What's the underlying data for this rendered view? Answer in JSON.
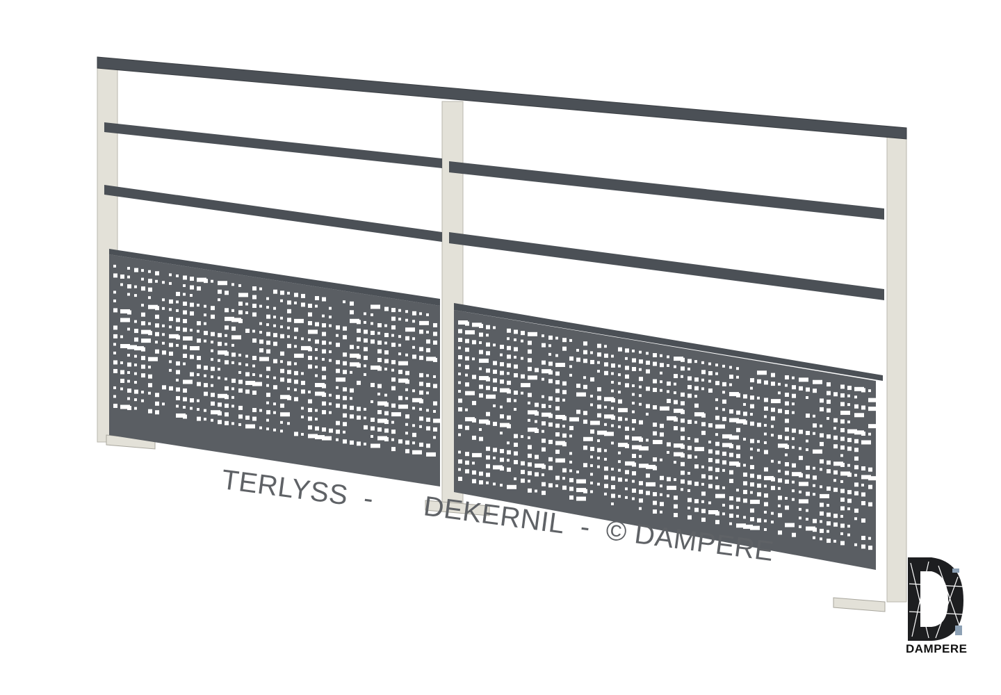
{
  "caption": {
    "model": "TERLYSS",
    "sep1": "-",
    "variant": "DEKERNIL",
    "sep2": "-",
    "copyright": "© DAMPERE"
  },
  "logo": {
    "brand": "DAMPERE",
    "icon": "dampere-d-logo-icon"
  },
  "colors": {
    "rail": "#4b5056",
    "post": "#e3e1d8",
    "panel": "#5a5e63",
    "text": "#5f6266"
  }
}
